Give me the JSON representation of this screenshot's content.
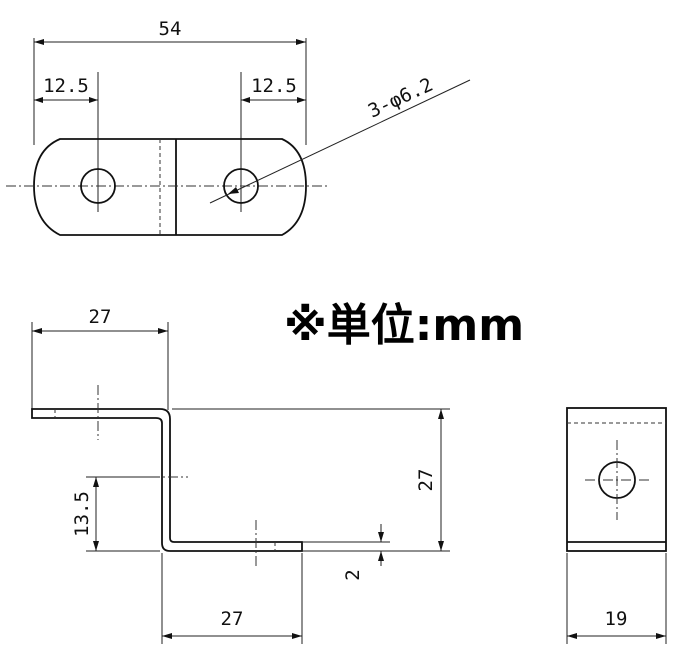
{
  "top_view": {
    "overall_width": "54",
    "left_hole_offset": "12.5",
    "right_hole_offset": "12.5",
    "hole_callout": "3-φ6.2"
  },
  "unit_note": "※単位:mm",
  "side_view": {
    "top_flange_length": "27",
    "step_height": "13.5",
    "total_height": "27",
    "thickness": "2",
    "bottom_flange_length": "27"
  },
  "end_view": {
    "width": "19"
  }
}
